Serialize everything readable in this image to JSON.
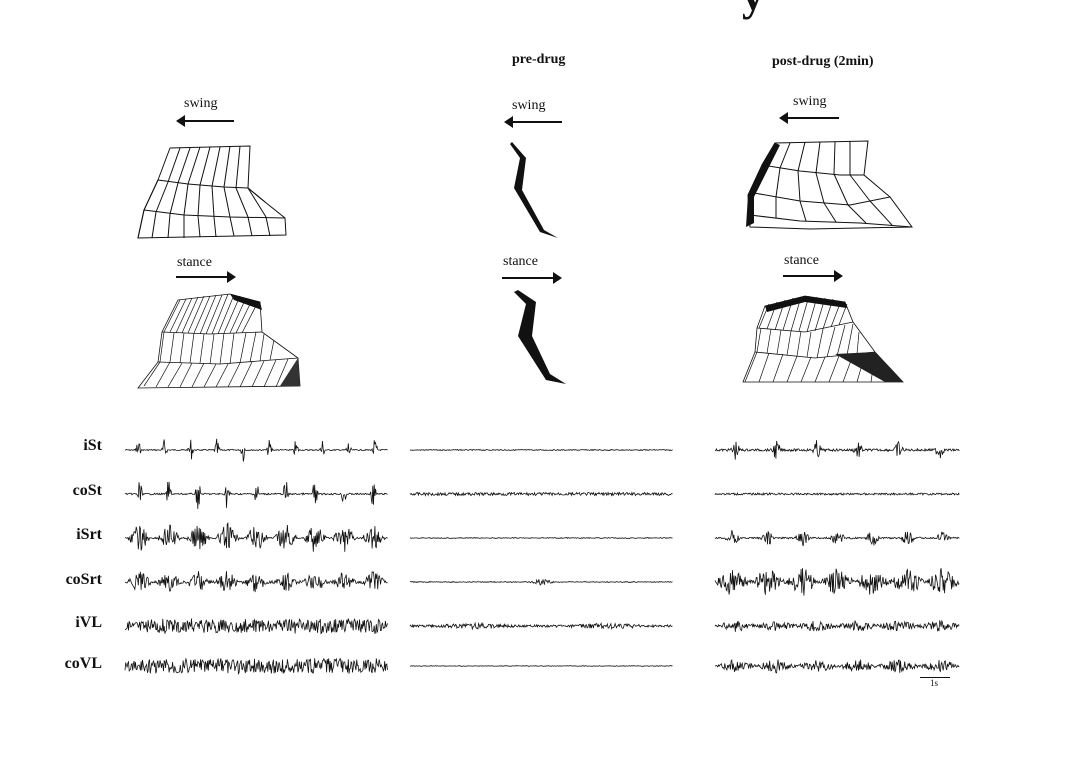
{
  "columns": {
    "pre_title": "pre-drug",
    "post_title": "post-drug (2min)"
  },
  "arrows": {
    "swing": "swing",
    "stance": "stance"
  },
  "emg_channels": [
    "iSt",
    "coSt",
    "iSrt",
    "coSrt",
    "iVL",
    "coVL"
  ],
  "scale_bar": "1s"
}
